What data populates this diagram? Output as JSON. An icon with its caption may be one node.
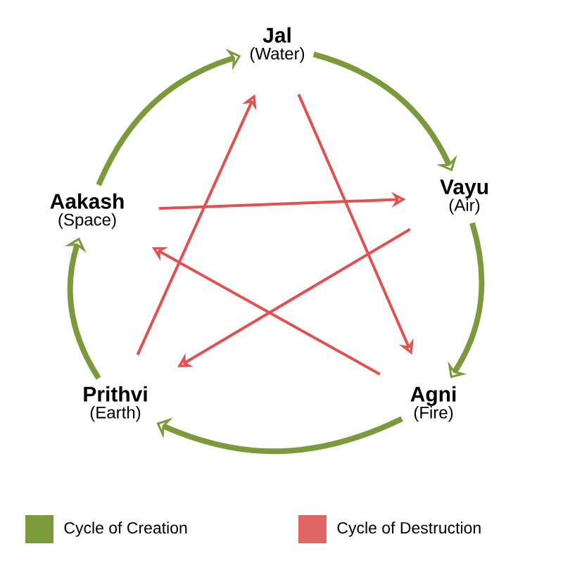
{
  "diagram": {
    "nodes": [
      {
        "text": [
          "Jal",
          "(Water)"
        ]
      },
      {
        "text": [
          "Vayu",
          "(Air)"
        ]
      },
      {
        "text": [
          "Agni",
          "(Fire)"
        ]
      },
      {
        "text": [
          "Prithvi",
          "(Earth)"
        ]
      },
      {
        "text": [
          "Aakash",
          "(Space)"
        ]
      }
    ],
    "edges": [
      {
        "from": 4,
        "to": 0,
        "arrow": "to",
        "style": "thick",
        "color": "#7a9a3c"
      },
      {
        "from": 0,
        "to": 1,
        "arrow": "to",
        "style": "thick",
        "color": "#7a9a3c"
      },
      {
        "from": 1,
        "to": 2,
        "arrow": "to",
        "style": "thick",
        "color": "#7a9a3c"
      },
      {
        "from": 2,
        "to": 3,
        "arrow": "to",
        "style": "thick",
        "color": "#7a9a3c"
      },
      {
        "from": 3,
        "to": 4,
        "arrow": "to",
        "style": "thick",
        "color": "#7a9a3c"
      },
      {
        "from": 4,
        "to": 1,
        "arrow": "to",
        "color": "#e05252"
      },
      {
        "from": 1,
        "to": 3,
        "arrow": "to",
        "color": "#e05252"
      },
      {
        "from": 3,
        "to": 0,
        "arrow": "to",
        "color": "#e05252"
      },
      {
        "from": 0,
        "to": 2,
        "arrow": "to",
        "color": "#e05252"
      },
      {
        "from": 2,
        "to": 4,
        "arrow": "to",
        "color": "#e05252"
      }
    ],
    "legend": [
      {
        "text": "Cycle of Creation",
        "color": "#7a9a3c"
      },
      {
        "text": "Cycle of Destruction",
        "color": "#e06666"
      }
    ]
  }
}
